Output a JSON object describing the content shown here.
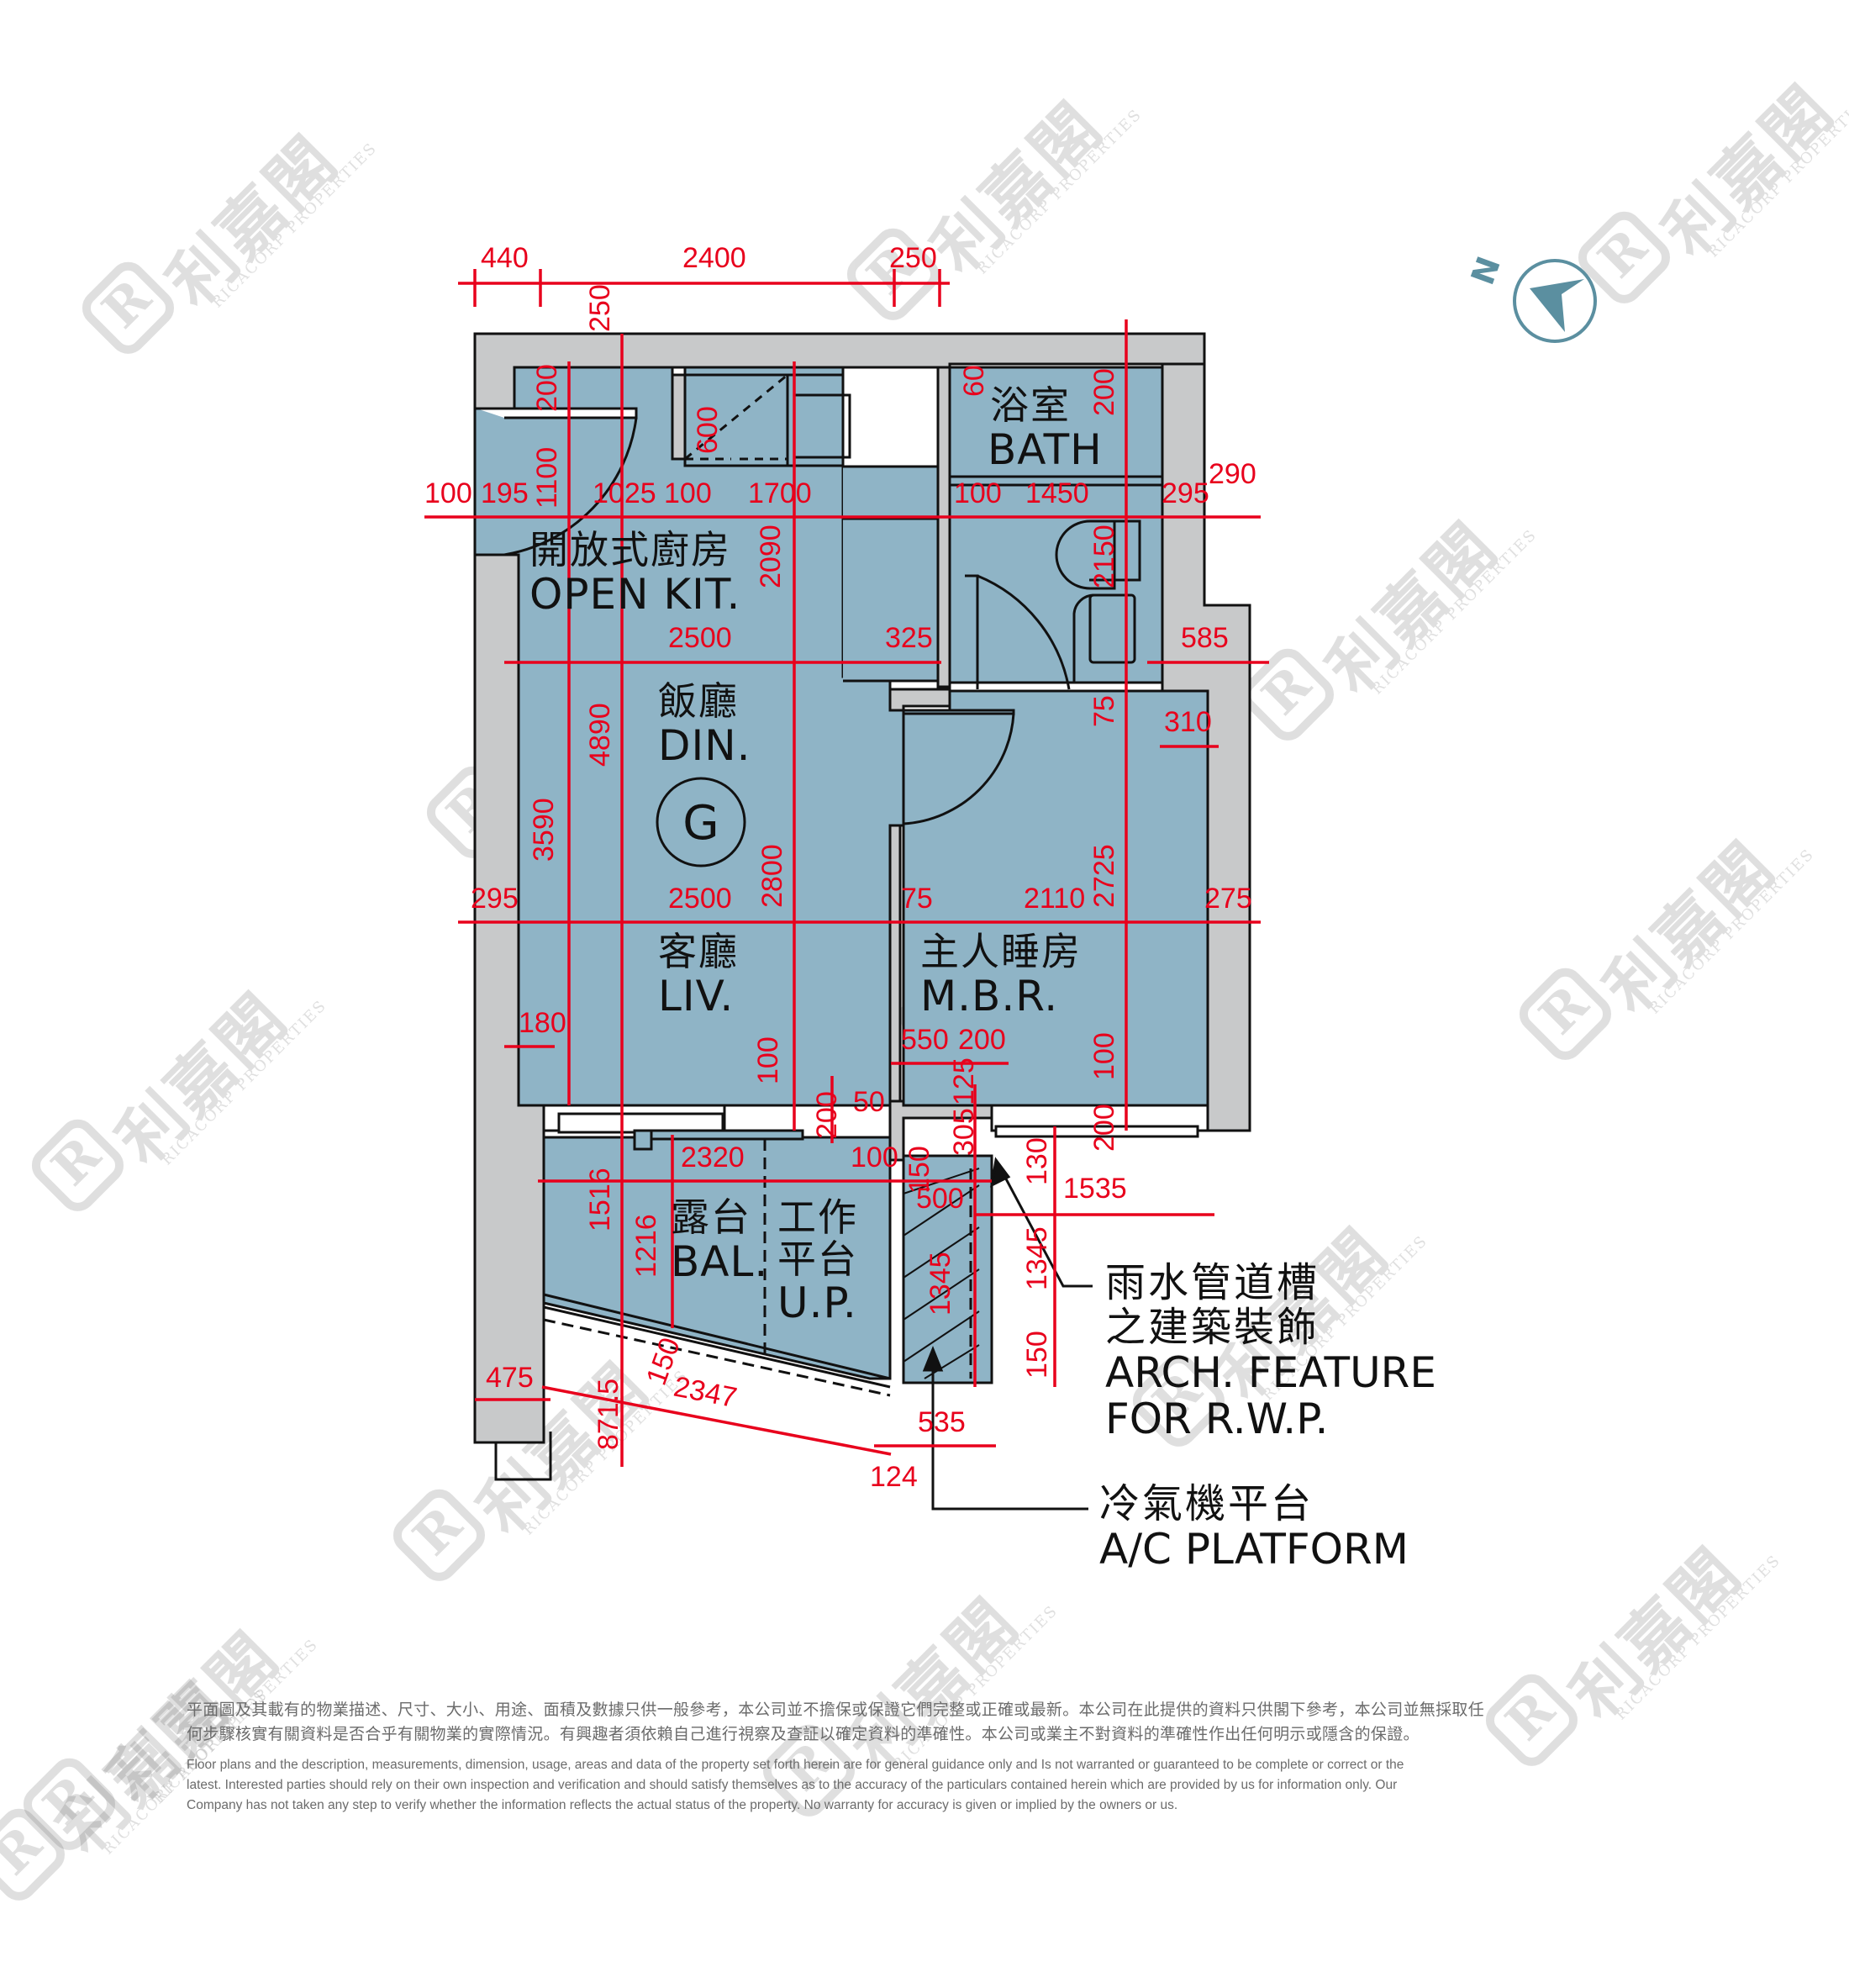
{
  "watermark": {
    "cn": "利嘉閣",
    "en": "RICACORP PROPERTIES",
    "positions": [
      [
        90,
        120
      ],
      [
        1000,
        80
      ],
      [
        1870,
        60
      ],
      [
        500,
        720
      ],
      [
        1470,
        580
      ],
      [
        30,
        1140
      ],
      [
        940,
        1000
      ],
      [
        1800,
        960
      ],
      [
        460,
        1580
      ],
      [
        1340,
        1420
      ],
      [
        20,
        1900
      ],
      [
        900,
        1860
      ],
      [
        1760,
        1800
      ],
      [
        -40,
        1960
      ]
    ]
  },
  "compass": {
    "label": "N",
    "color": "#5b8fa0"
  },
  "colors": {
    "room_fill": "#8fb4c6",
    "wall_fill": "#c8c9ca",
    "dimension_red": "#e8001c",
    "line_black": "#111111",
    "disclaimer_gray": "#6b6b6b"
  },
  "rooms": {
    "kitchen": {
      "cn": "開放式廚房",
      "en": "OPEN KIT."
    },
    "bath": {
      "cn": "浴室",
      "en": "BATH"
    },
    "dining": {
      "cn": "飯廳",
      "en": "DIN."
    },
    "gas_symbol": "G",
    "living": {
      "cn": "客廳",
      "en": "LIV."
    },
    "master_bedroom": {
      "cn": "主人睡房",
      "en": "M.B.R."
    },
    "balcony": {
      "cn": "露台",
      "en": "BAL."
    },
    "utility_platform": {
      "cn_line1": "工作",
      "cn_line2": "平台",
      "en": "U.P."
    }
  },
  "callouts": {
    "rwp": {
      "cn_line1": "雨水管道槽",
      "cn_line2": "之建築裝飾",
      "en_line1": "ARCH. FEATURE",
      "en_line2": "FOR R.W.P."
    },
    "ac": {
      "cn": "冷氣機平台",
      "en": "A/C PLATFORM"
    }
  },
  "dimensions": {
    "top_440": "440",
    "top_2400": "2400",
    "top_250": "250",
    "v_250": "250",
    "v_200_left": "200",
    "v_1100": "1100",
    "v_600": "600",
    "h_100": "100",
    "h_195": "195",
    "h_1025": "1025",
    "h_100b": "100",
    "h_1700": "1700",
    "v_2090": "2090",
    "v_60": "60",
    "v_200_bath": "200",
    "h_100_bath": "100",
    "h_1450": "1450",
    "h_295_bath": "295",
    "h_290": "290",
    "v_2150": "2150",
    "h_2500_top": "2500",
    "h_325": "325",
    "h_585": "585",
    "v_75": "75",
    "h_310": "310",
    "v_4890": "4890",
    "v_3590": "3590",
    "v_2800": "2800",
    "h_295_left": "295",
    "h_2500_mid": "2500",
    "h_75": "75",
    "h_2110": "2110",
    "v_2725": "2725",
    "h_275": "275",
    "h_180": "180",
    "h_550": "550",
    "h_200_mbr": "200",
    "v_100_liv": "100",
    "v_200_liv": "200",
    "h_50": "50",
    "v_125": "125",
    "v_100_mbr": "100",
    "v_305": "305",
    "v_200_mbr": "200",
    "h_2320": "2320",
    "h_100_up": "100",
    "v_150_ac": "150",
    "v_130": "130",
    "h_1535": "1535",
    "v_1516": "1516",
    "v_1216": "1216",
    "h_500": "500",
    "v_1345_ac": "1345",
    "v_1345_right": "1345",
    "v_150_right": "150",
    "v_150_bal": "150",
    "h_475": "475",
    "v_871_5": "871.5",
    "diag_2347": "2347",
    "h_535": "535",
    "h_124": "124"
  },
  "disclaimer": {
    "cn_line1": "平面圖及其載有的物業描述、尺寸、大小、用途、面積及數據只供一般參考，本公司並不擔保或保證它們完整或正確或最新。本公司在此提供的資料只供閣下參考，本公司並無採取任",
    "cn_line2": "何步驟核實有關資料是否合乎有關物業的實際情況。有興趣者須依賴自己進行視察及查証以確定資料的準確性。本公司或業主不對資料的準確性作出任何明示或隱含的保證。",
    "en_line1": "Floor plans and the description, measurements, dimension, usage, areas and data of the property set forth herein are for general guidance only and Is not warranted or guaranteed to be complete or correct or the",
    "en_line2": "latest. Interested parties should rely on their own inspection and verification and should satisfy themselves as to the accuracy of the particulars contained herein which are provided by us for information only.  Our",
    "en_line3": "Company has not taken any step to verify whether the information reflects the actual status of the property.  No warranty for accuracy is given or implied by the owners or us."
  }
}
